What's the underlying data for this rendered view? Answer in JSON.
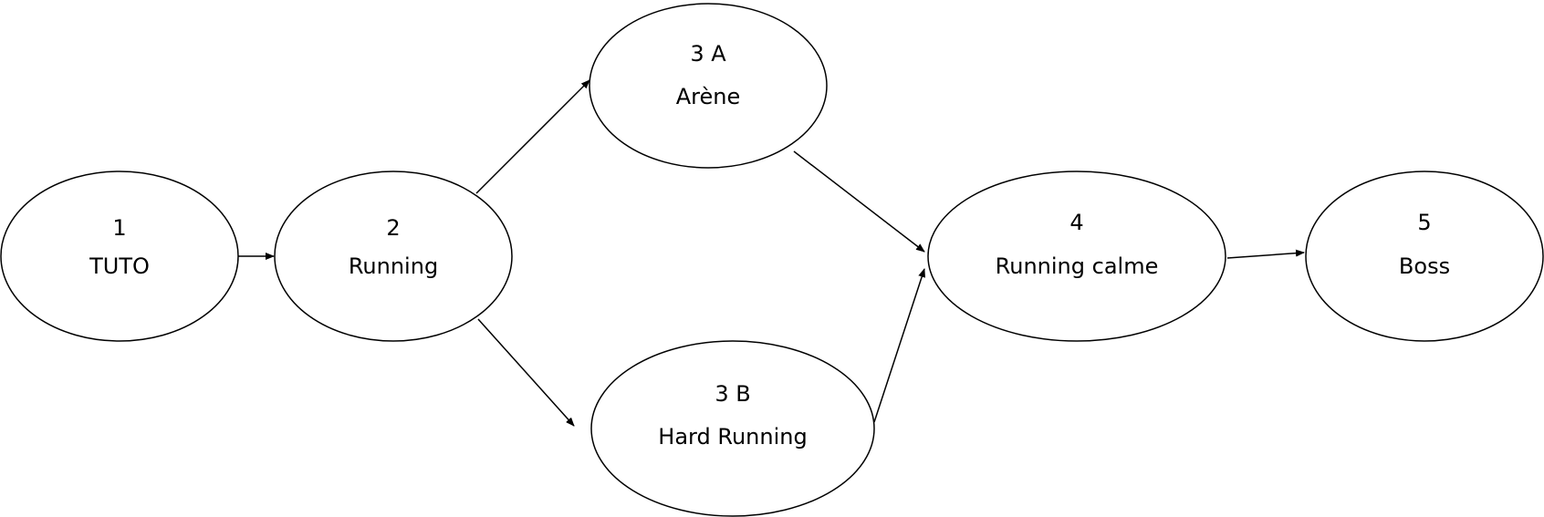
{
  "nodes": [
    {
      "id": "tuto",
      "number": "1",
      "label": "TUTO"
    },
    {
      "id": "running",
      "number": "2",
      "label": "Running"
    },
    {
      "id": "arene",
      "number": "3 A",
      "label": "Arène"
    },
    {
      "id": "hard-running",
      "number": "3 B",
      "label": "Hard Running"
    },
    {
      "id": "running-calme",
      "number": "4",
      "label": "Running calme"
    },
    {
      "id": "boss",
      "number": "5",
      "label": "Boss"
    }
  ],
  "edges": [
    {
      "from": "tuto",
      "to": "running"
    },
    {
      "from": "running",
      "to": "arene"
    },
    {
      "from": "running",
      "to": "hard-running"
    },
    {
      "from": "arene",
      "to": "running-calme"
    },
    {
      "from": "hard-running",
      "to": "running-calme"
    },
    {
      "from": "running-calme",
      "to": "boss"
    }
  ],
  "colors": {
    "stroke": "#000000",
    "fill": "#ffffff",
    "text": "#000000"
  }
}
